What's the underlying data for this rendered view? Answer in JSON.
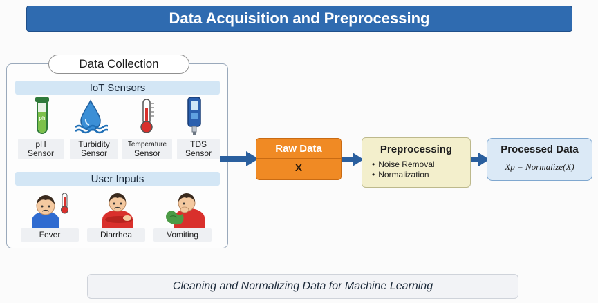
{
  "header": {
    "title": "Data Acquisition and Preprocessing"
  },
  "collection": {
    "title": "Data Collection",
    "iot": {
      "heading": "IoT Sensors",
      "sensors": [
        {
          "label1": "pH",
          "label2": "Sensor",
          "icon": "test-tube-icon",
          "icon_text": "ph"
        },
        {
          "label1": "Turbidity",
          "label2": "Sensor",
          "icon": "water-drop-icon"
        },
        {
          "label1": "Temperature",
          "label2": "Sensor",
          "icon": "thermometer-icon"
        },
        {
          "label1": "TDS",
          "label2": "Sensor",
          "icon": "tds-meter-icon"
        }
      ]
    },
    "user": {
      "heading": "User Inputs",
      "inputs": [
        {
          "label": "Fever",
          "icon": "fever-person-icon"
        },
        {
          "label": "Diarrhea",
          "icon": "diarrhea-person-icon"
        },
        {
          "label": "Vomiting",
          "icon": "vomiting-person-icon"
        }
      ]
    }
  },
  "raw": {
    "title": "Raw Data",
    "variable": "X"
  },
  "preprocessing": {
    "title": "Preprocessing",
    "steps": [
      "Noise Removal",
      "Normalization"
    ]
  },
  "processed": {
    "title": "Processed Data",
    "formula": "Xp = Normalize(X)"
  },
  "footer": {
    "caption": "Cleaning and Normalizing Data for Machine Learning"
  },
  "colors": {
    "title_bar": "#2f6bb0",
    "arrow": "#2a5f9e",
    "raw_box": "#f08a24",
    "preprocess_box": "#f3efcc",
    "processed_box": "#dbe9f6",
    "section_bar": "#d3e6f5"
  }
}
